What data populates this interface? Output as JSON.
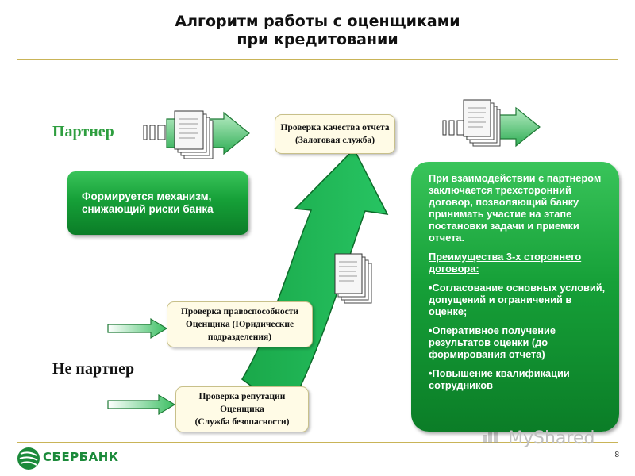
{
  "title_line1": "Алгоритм работы с оценщиками",
  "title_line2": "при кредитовании",
  "partner_label": "Партнер",
  "nonpartner_label": "Не партнер",
  "boxes": {
    "quality_line1": "Проверка качества отчета",
    "quality_line2": "(Залоговая служба)",
    "legal_line1": "Проверка правоспособности",
    "legal_line2": "Оценщика  (Юридические",
    "legal_line3": "подразделения)",
    "reputation_line1": "Проверка репутации",
    "reputation_line2": "Оценщика",
    "reputation_line3": "(Служба безопасности)"
  },
  "mechanism_text": "Формируется механизм, снижающий риски банка",
  "info": {
    "para1": "При взаимодействии с партнером заключается трехсторонний договор, позволяющий банку принимать участие на этапе постановки задачи и приемки отчета.",
    "advantages_heading": "Преимущества 3-х стороннего договора:",
    "item1": "•Согласование основных условий, допущений и ограничений в оценке;",
    "item2": "•Оперативное получение результатов оценки (до формирования отчета)",
    "item3": "•Повышение квалификации сотрудников"
  },
  "logo": "СБЕРБАНК",
  "watermark": "MyShared",
  "page_number": "8",
  "colors": {
    "accent_green": "#16a038",
    "rule_gold": "#c9b458",
    "note_fill": "#fffbe6"
  }
}
